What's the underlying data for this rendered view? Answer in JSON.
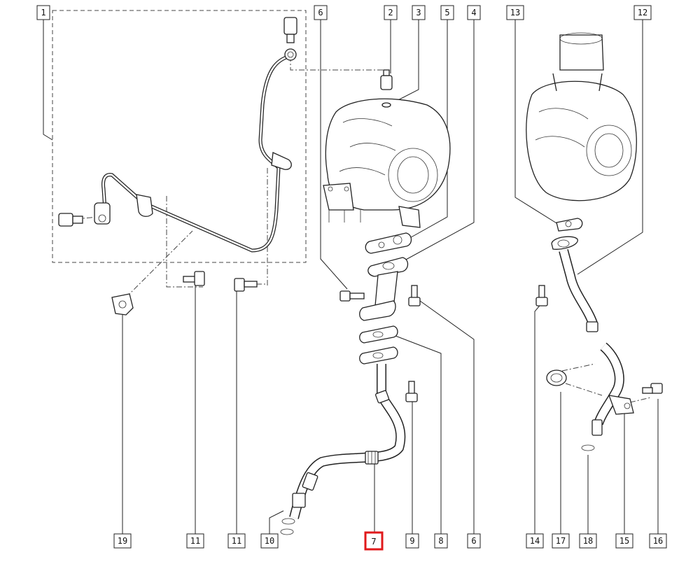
{
  "callouts": [
    {
      "id": "c1",
      "label": "1"
    },
    {
      "id": "c6a",
      "label": "6"
    },
    {
      "id": "c2",
      "label": "2"
    },
    {
      "id": "c3",
      "label": "3"
    },
    {
      "id": "c5",
      "label": "5"
    },
    {
      "id": "c4",
      "label": "4"
    },
    {
      "id": "c13",
      "label": "13"
    },
    {
      "id": "c12",
      "label": "12"
    },
    {
      "id": "c19",
      "label": "19"
    },
    {
      "id": "c11a",
      "label": "11"
    },
    {
      "id": "c11b",
      "label": "11"
    },
    {
      "id": "c10",
      "label": "10"
    },
    {
      "id": "c7",
      "label": "7",
      "highlighted": true
    },
    {
      "id": "c9",
      "label": "9"
    },
    {
      "id": "c8",
      "label": "8"
    },
    {
      "id": "c6b",
      "label": "6"
    },
    {
      "id": "c14",
      "label": "14"
    },
    {
      "id": "c17",
      "label": "17"
    },
    {
      "id": "c18",
      "label": "18"
    },
    {
      "id": "c15",
      "label": "15"
    },
    {
      "id": "c16",
      "label": "16"
    }
  ],
  "colors": {
    "highlight": "#e0191b",
    "line": "#222222"
  }
}
